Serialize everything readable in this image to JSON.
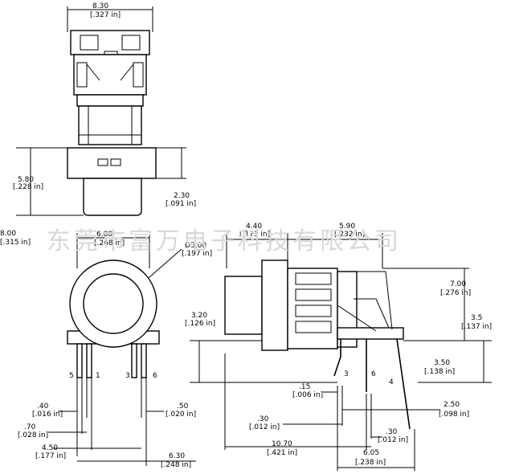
{
  "watermark": "东莞市富万电子科技有限公司",
  "top_view": {
    "width": {
      "mm": "8.30",
      "in": "[.327 in]"
    },
    "height": {
      "mm": "5.80",
      "in": "[.228 in]"
    },
    "cap": {
      "mm": "2.30",
      "in": "[.091 in]"
    }
  },
  "front_view": {
    "left_partial": {
      "mm": "8.00",
      "in": "[.315 in]"
    },
    "pitch": {
      "mm": "6.80",
      "in": "[.268 in]"
    },
    "diameter": {
      "mm": "Ø5.00",
      "in": "[.197 in]"
    },
    "pins": [
      "5",
      "1",
      "3",
      "6"
    ],
    "pin_w": {
      "mm": ".40",
      "in": "[.016 in]"
    },
    "pin_pitch": {
      "mm": ".70",
      "in": "[.028 in]"
    },
    "pin_w2": {
      "mm": ".50",
      "in": "[.020 in]"
    },
    "row": {
      "mm": "4.50",
      "in": "[.177 in]"
    },
    "total": {
      "mm": "6.30",
      "in": "[.248 in]"
    }
  },
  "side_view": {
    "body": {
      "mm": "4.40",
      "in": "[.173 in]"
    },
    "tail": {
      "mm": "5.90",
      "in": "[.232 in]"
    },
    "height": {
      "mm": "7.00",
      "in": "[.276 in]"
    },
    "upper": {
      "mm": "3.5",
      "in": "[.137 in]"
    },
    "center": {
      "mm": "3.20",
      "in": "[.126 in]"
    },
    "lower": {
      "mm": "3.50",
      "in": "[.138 in]"
    },
    "pins": [
      "3",
      "6",
      "4"
    ],
    "p1": {
      "mm": ".15",
      "in": "[.006 in]"
    },
    "p2": {
      "mm": ".30",
      "in": "[.012 in]"
    },
    "p3": {
      "mm": "2.50",
      "in": "[.098 in]"
    },
    "p4": {
      "mm": ".30",
      "in": "[.012 in]"
    },
    "len": {
      "mm": "10.70",
      "in": "[.421 in]"
    },
    "tip": {
      "mm": "6.05",
      "in": "[.238 in]"
    }
  }
}
